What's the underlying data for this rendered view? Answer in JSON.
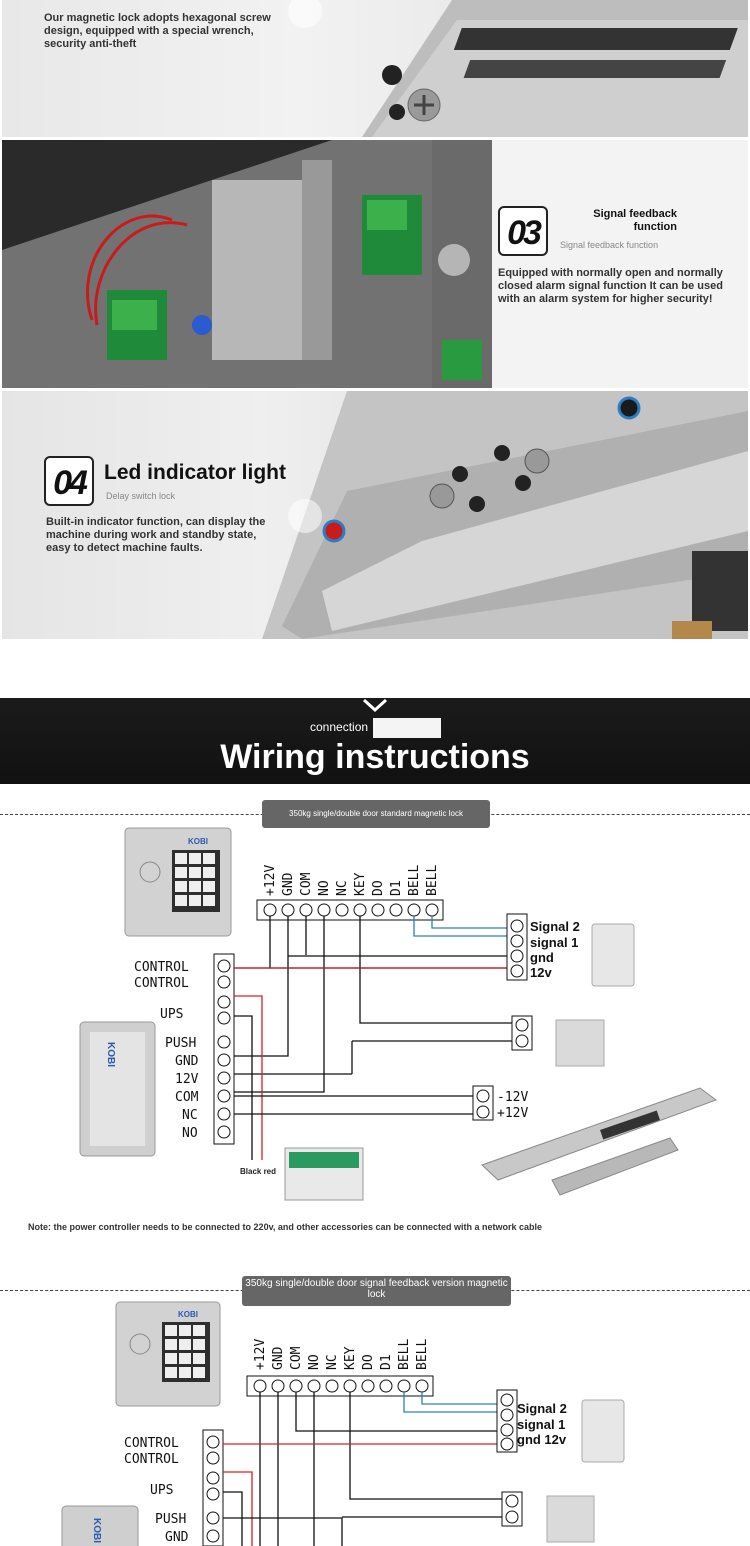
{
  "panel1": {
    "text": "Our magnetic lock adopts hexagonal screw design, equipped with a special wrench, security anti-theft"
  },
  "panel2": {
    "number": "03",
    "title": "Signal feedback function",
    "subtitle": "Signal feedback function",
    "body": "Equipped with normally open and normally closed alarm signal function It can be used with an alarm system for higher security!"
  },
  "panel3": {
    "number": "04",
    "title": "Led indicator light",
    "subtitle": "Delay switch lock",
    "body": "Built-in indicator function, can display the machine during work and standby state, easy to detect machine faults."
  },
  "banner": {
    "small": "connection",
    "title": "Wiring instructions"
  },
  "diagram1": {
    "label": "350kg single/double door standard magnetic lock",
    "terminals": [
      "+12V",
      "GND",
      "COM",
      "NO",
      "NC",
      "KEY",
      "DO",
      "D1",
      "BELL",
      "BELL"
    ],
    "controller_labels": [
      "CONTROL",
      "CONTROL",
      "UPS",
      "PUSH",
      "GND",
      "12V",
      "COM",
      "NC",
      "NO"
    ],
    "signals": [
      "Signal 2",
      "signal 1",
      "gnd",
      "12v"
    ],
    "lock_labels": [
      "-12V",
      "+12V"
    ],
    "battery_label": "Black red",
    "note": "Note: the power controller needs to be connected to 220v, and other accessories can be connected with a network cable"
  },
  "diagram2": {
    "label": "350kg single/double door signal feedback version magnetic lock",
    "terminals": [
      "+12V",
      "GND",
      "COM",
      "NO",
      "NC",
      "KEY",
      "DO",
      "D1",
      "BELL",
      "BELL"
    ],
    "controller_labels": [
      "CONTROL",
      "CONTROL",
      "UPS",
      "PUSH",
      "GND"
    ],
    "signals": [
      "Signal 2",
      "signal 1",
      "gnd 12v"
    ]
  },
  "keypad_brand": "KOBI",
  "controller_brand": "KOBI",
  "colors": {
    "red": "#d62020",
    "blue": "#2a7fc4",
    "wire": "#111111"
  }
}
